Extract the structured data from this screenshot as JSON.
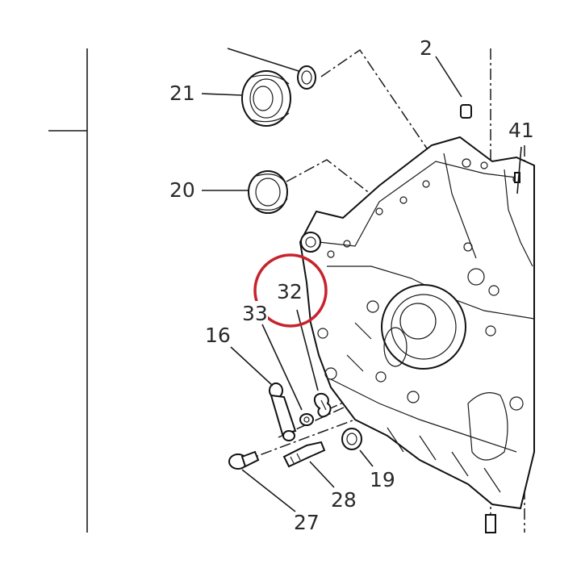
{
  "diagram": {
    "highlight_color": "#c8232c",
    "line_color": "#1a1a1a",
    "callouts": [
      {
        "id": "c21",
        "text": "21"
      },
      {
        "id": "c20",
        "text": "20"
      },
      {
        "id": "c2",
        "text": "2"
      },
      {
        "id": "c41",
        "text": "41"
      },
      {
        "id": "c32",
        "text": "32"
      },
      {
        "id": "c33",
        "text": "33"
      },
      {
        "id": "c16",
        "text": "16"
      },
      {
        "id": "c19",
        "text": "19"
      },
      {
        "id": "c28",
        "text": "28"
      },
      {
        "id": "c27",
        "text": "27"
      }
    ]
  }
}
